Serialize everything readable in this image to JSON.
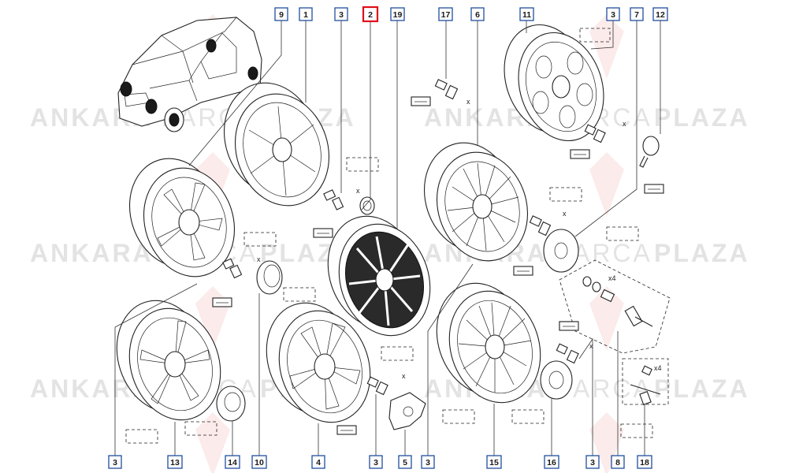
{
  "diagram": {
    "callouts": [
      {
        "id": "c9",
        "label": "9"
      },
      {
        "id": "c1",
        "label": "1"
      },
      {
        "id": "c3a",
        "label": "3"
      },
      {
        "id": "c2",
        "label": "2",
        "highlight": true
      },
      {
        "id": "c19",
        "label": "19"
      },
      {
        "id": "c17",
        "label": "17"
      },
      {
        "id": "c6",
        "label": "6"
      },
      {
        "id": "c11",
        "label": "11"
      },
      {
        "id": "c3b",
        "label": "3"
      },
      {
        "id": "c7",
        "label": "7"
      },
      {
        "id": "c12",
        "label": "12"
      },
      {
        "id": "c3c",
        "label": "3"
      },
      {
        "id": "c13",
        "label": "13"
      },
      {
        "id": "c14",
        "label": "14"
      },
      {
        "id": "c10",
        "label": "10"
      },
      {
        "id": "c4",
        "label": "4"
      },
      {
        "id": "c3d",
        "label": "3"
      },
      {
        "id": "c5",
        "label": "5"
      },
      {
        "id": "c3e",
        "label": "3"
      },
      {
        "id": "c15",
        "label": "15"
      },
      {
        "id": "c16",
        "label": "16"
      },
      {
        "id": "c3f",
        "label": "3"
      },
      {
        "id": "c8",
        "label": "8"
      },
      {
        "id": "c18",
        "label": "18"
      }
    ],
    "qty_marks": {
      "x": "x",
      "x4": "x4"
    },
    "watermark": {
      "word1": "ANKARA",
      "word2": "PARCA",
      "word3": "PLAZA"
    },
    "colors": {
      "callout_border": "#1f4e9e",
      "highlight_border": "#e0101a",
      "line": "#222222"
    }
  }
}
